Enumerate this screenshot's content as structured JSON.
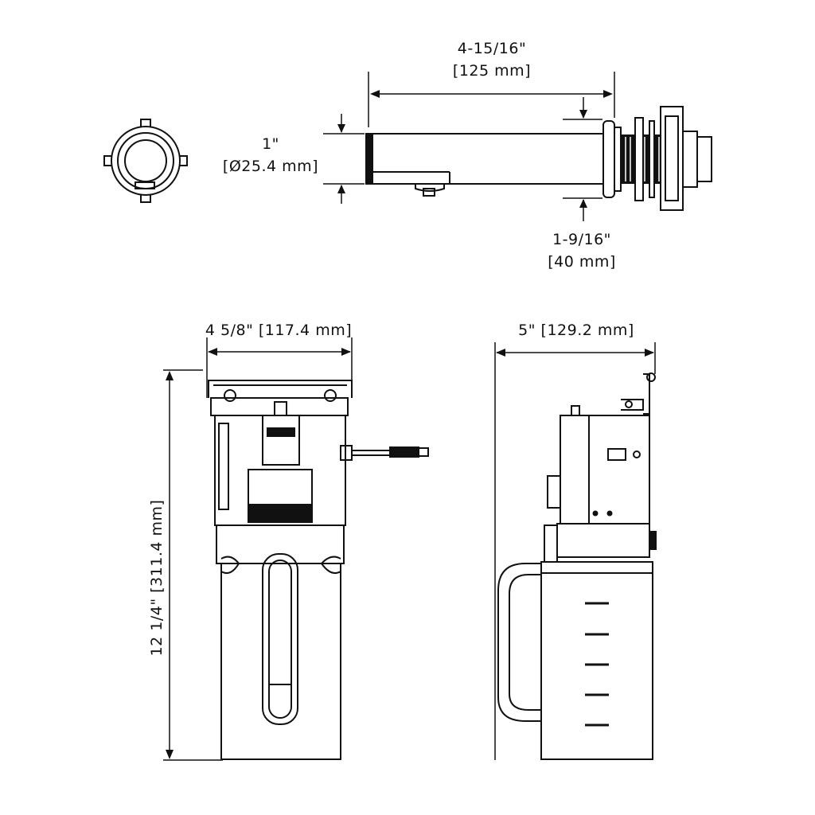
{
  "spout": {
    "length_in": "4-15/16\"",
    "length_mm": "[125 mm]",
    "diameter_in": "1\"",
    "diameter_mm": "[Ø25.4 mm]",
    "thread_in": "1-9/16\"",
    "thread_mm": "[40 mm]"
  },
  "front_view": {
    "width_label": "4 5/8\" [117.4 mm]",
    "height_label": "12 1/4\" [311.4 mm]"
  },
  "side_view": {
    "depth_label": "5\" [129.2  mm]"
  },
  "colors": {
    "line": "#111111",
    "background": "#ffffff"
  }
}
